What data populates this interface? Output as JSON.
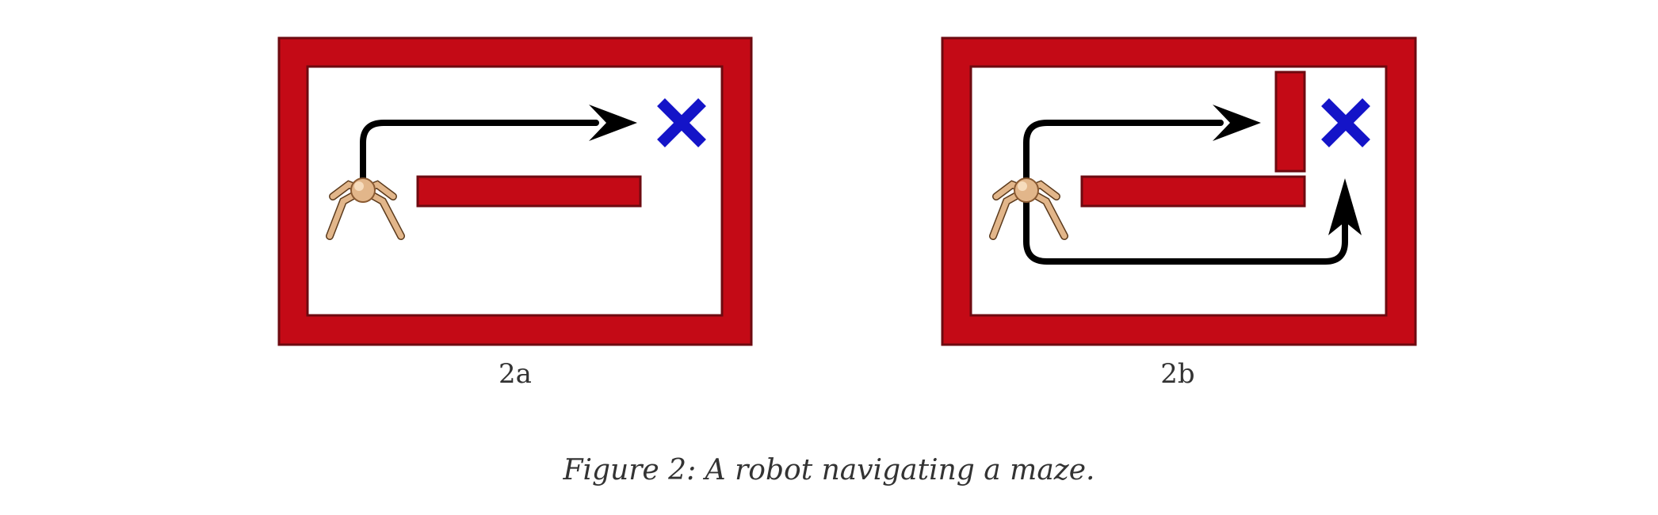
{
  "panels": [
    {
      "label": "2a"
    },
    {
      "label": "2b"
    }
  ],
  "caption": "Figure 2: A robot navigating a maze.",
  "colors": {
    "wall": "#c40a16",
    "wall_edge": "#6e0a10",
    "goal": "#1414c8",
    "path": "#000000",
    "robot": "#e2b68a"
  },
  "icons": [
    "ant-robot-icon",
    "goal-x-icon",
    "path-arrow-icon"
  ]
}
